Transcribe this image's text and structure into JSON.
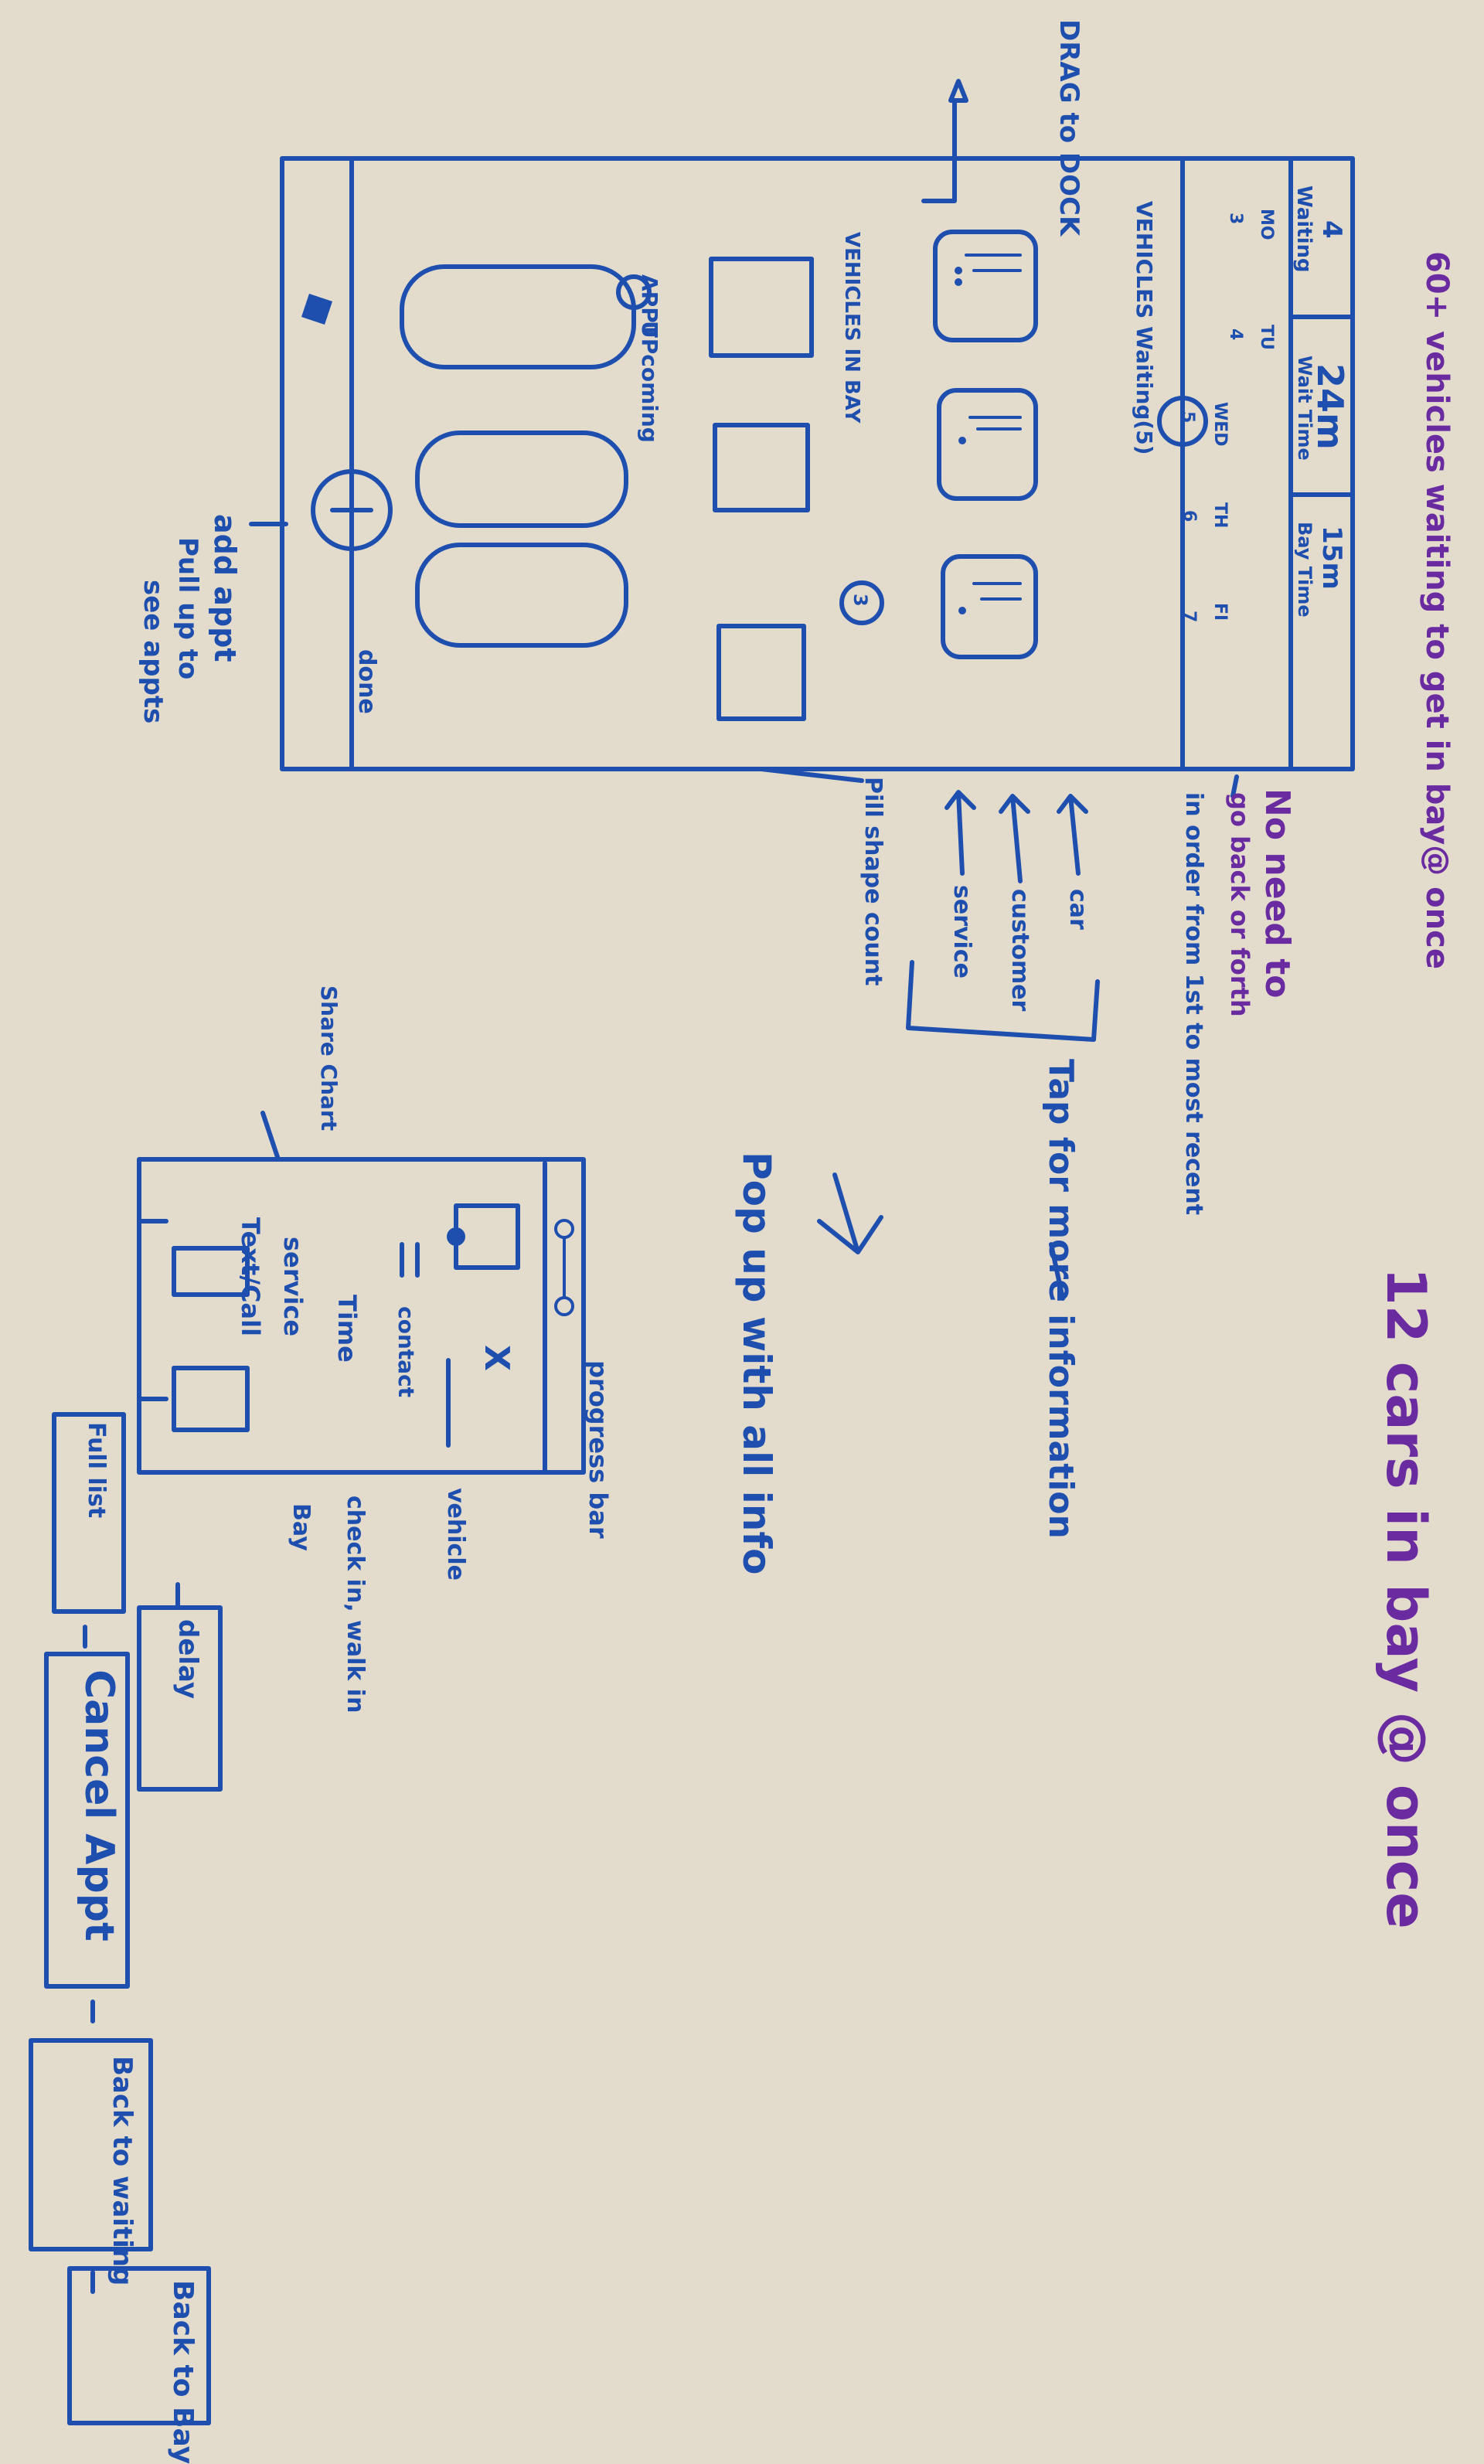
{
  "colors": {
    "paper": "#e3dccd",
    "ink_blue": "#1f4fae",
    "ink_purple": "#6a2aa0"
  },
  "annotations": {
    "drag_to_dock": "DRAG to DOCK",
    "vehicles_waiting_note": "60+ vehicles waiting to get in bay@ once",
    "no_need_note_1": "No need to",
    "no_need_note_2": "go back or forth",
    "no_need_note_3": "in order from 1st to most recent",
    "cars_in_bay_note": "12 cars in bay @ once",
    "car": "car",
    "customer": "customer",
    "service": "service",
    "tap_for_more": "Tap for more information",
    "pop_up_with_all_info": "Pop up with all info",
    "pill_shape_count": "Pill shape count",
    "add_appt_1": "add appt",
    "add_appt_2": "Pull up to",
    "add_appt_3": "see appts"
  },
  "phone_sketch": {
    "stats": [
      {
        "value": "4",
        "label": "Waiting"
      },
      {
        "value": "24m",
        "label": "Wait Time"
      },
      {
        "value": "15m",
        "label": "Bay Time"
      }
    ],
    "days": [
      {
        "day": "MO",
        "count": "3"
      },
      {
        "day": "TU",
        "count": "4"
      },
      {
        "day": "WED",
        "count": "5"
      },
      {
        "day": "TH",
        "count": "6"
      },
      {
        "day": "FI",
        "count": "7"
      }
    ],
    "vehicles_waiting_label": "VEHICLES Waiting(5)",
    "vehicles_in_bay_label": "VEHICLES IN BAY",
    "vehicles_in_bay_count": "3",
    "appt_label": "APPT",
    "upcoming_label": "UPcoming",
    "done_label": "done"
  },
  "popup_sketch": {
    "progress_bar_label": "progress bar",
    "vehicle_label": "vehicle",
    "contact_label": "contact",
    "time_label": "Time",
    "checkin_label": "check in, walk in",
    "bay_label": "Bay",
    "service_label": "service",
    "text_call_label": "Text/Call",
    "share_chart_label": "Share Chart",
    "x_label": "X"
  },
  "buttons": {
    "full_list": "Full list",
    "delay": "delay",
    "cancel_appt": "Cancel Appt",
    "back_to_waiting": "Back to waiting",
    "back_to_bay": "Back to Bay"
  }
}
